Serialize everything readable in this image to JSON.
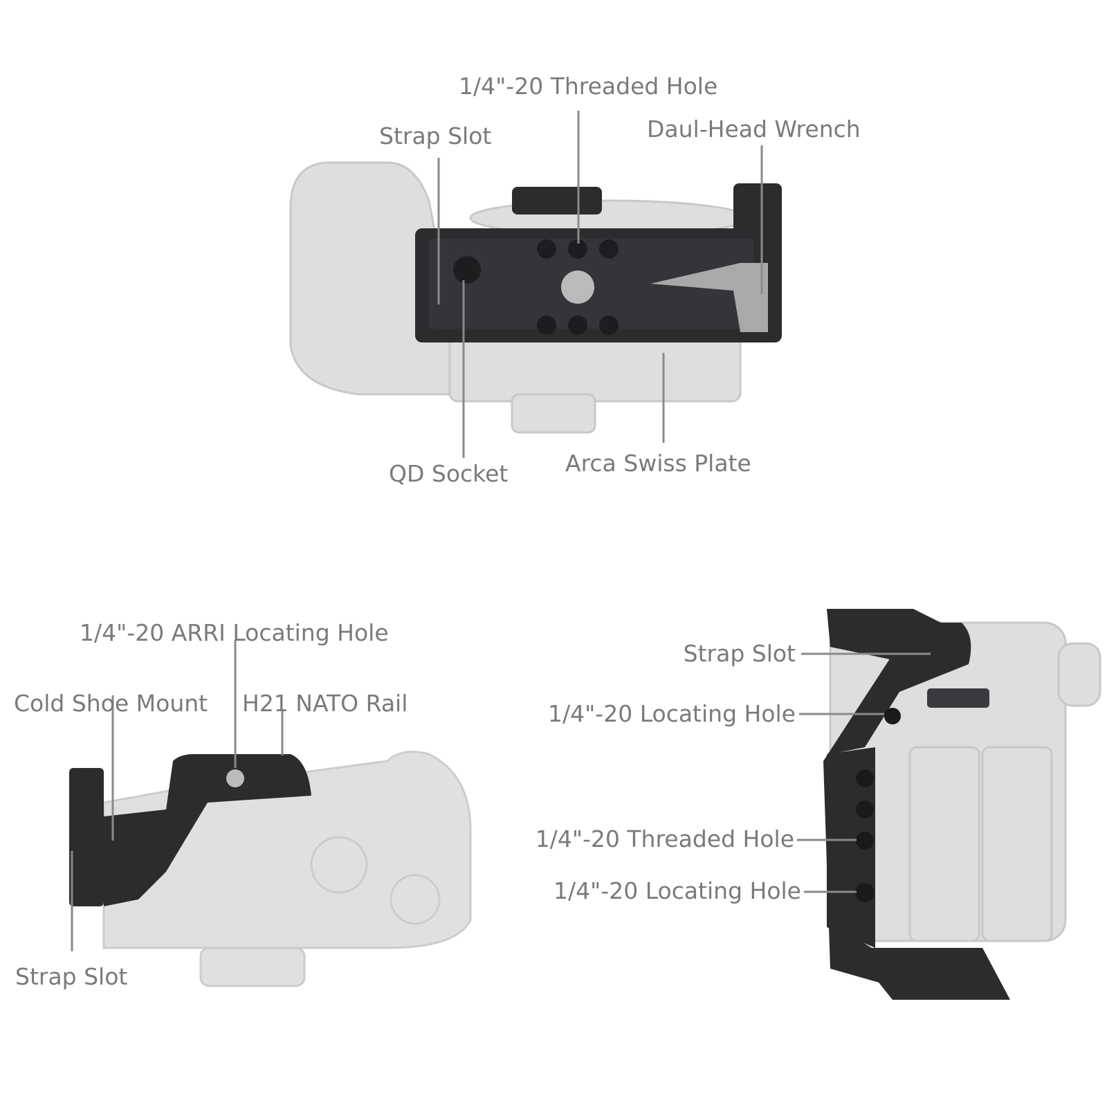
{
  "colors": {
    "label": "#7a7a7a",
    "leader_line": "#8a8a8a",
    "cage": "#2b2c2e",
    "camera_ghost": "#d9d9d9"
  },
  "top_view": {
    "labels": {
      "threaded_hole": "1/4\"-20 Threaded Hole",
      "strap_slot": "Strap Slot",
      "wrench": "Daul-Head Wrench",
      "qd_socket": "QD Socket",
      "arca_plate": "Arca Swiss Plate"
    }
  },
  "left_view": {
    "labels": {
      "arri_hole": "1/4\"-20 ARRI Locating Hole",
      "cold_shoe": "Cold Shoe Mount",
      "nato_rail": "H21 NATO Rail",
      "strap_slot": "Strap Slot"
    }
  },
  "right_view": {
    "labels": {
      "strap_slot": "Strap Slot",
      "locating_hole_1": "1/4\"-20 Locating Hole",
      "threaded_hole": "1/4\"-20 Threaded Hole",
      "locating_hole_2": "1/4\"-20 Locating Hole"
    }
  }
}
